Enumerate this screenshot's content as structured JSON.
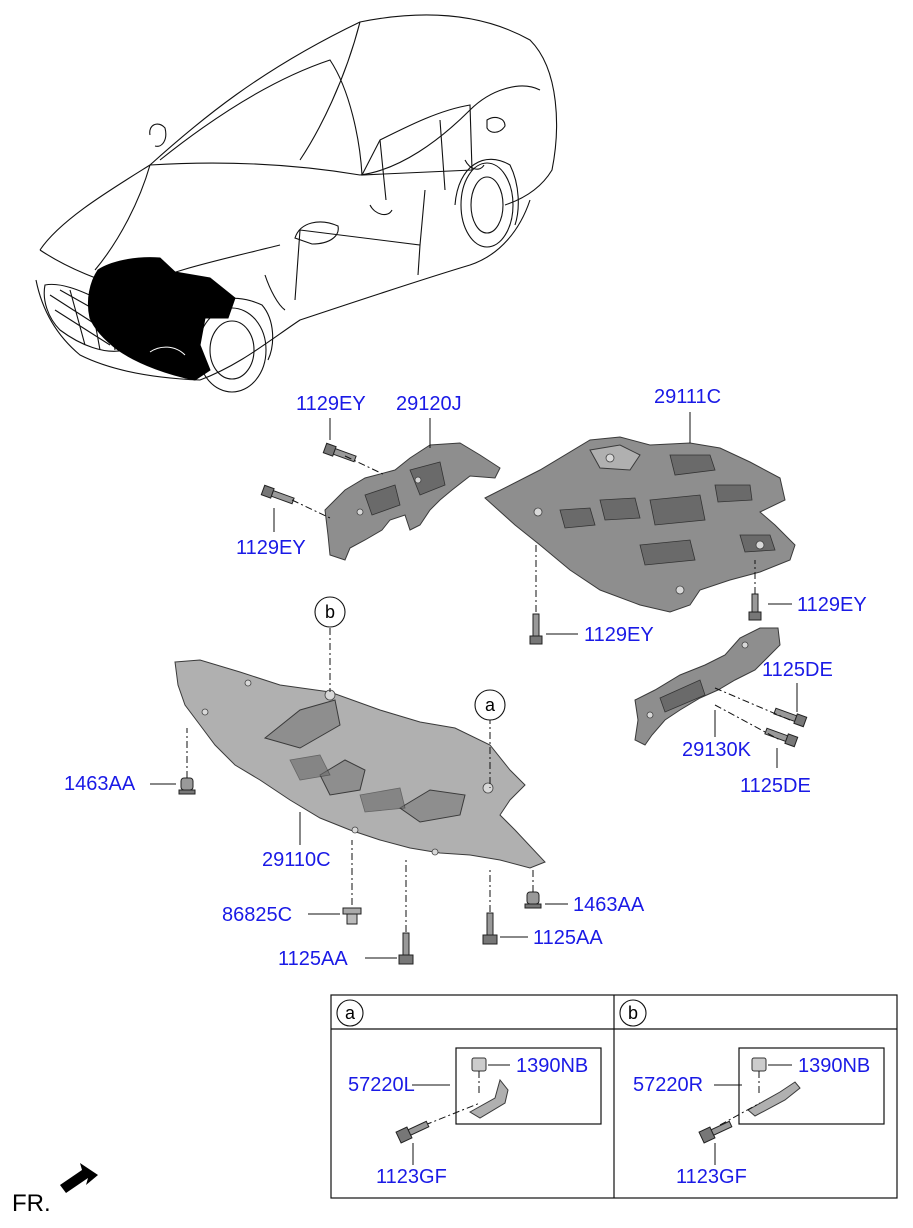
{
  "labels": {
    "p1129ey_top": "1129EY",
    "p29120j": "29120J",
    "p1129ey_left": "1129EY",
    "p29111c": "29111C",
    "p1129ey_right": "1129EY",
    "p1129ey_mid": "1129EY",
    "p1125de_top": "1125DE",
    "p29130k": "29130K",
    "p1125de_bottom": "1125DE",
    "p1463aa_left": "1463AA",
    "p29110c": "29110C",
    "p1463aa_right": "1463AA",
    "p86825c": "86825C",
    "p1125aa_right": "1125AA",
    "p1125aa_left": "1125AA"
  },
  "callouts": {
    "a_main": "a",
    "b_main": "b"
  },
  "detail_panels": {
    "a": {
      "letter": "a",
      "part_bracket": "57220L",
      "part_nut": "1390NB",
      "part_bolt": "1123GF"
    },
    "b": {
      "letter": "b",
      "part_bracket": "57220R",
      "part_nut": "1390NB",
      "part_bolt": "1123GF"
    }
  },
  "front_indicator": "FR.",
  "colors": {
    "label_blue": "#1a1ae6",
    "part_gray": "#8e8e8e",
    "highlight_black": "#000000"
  }
}
